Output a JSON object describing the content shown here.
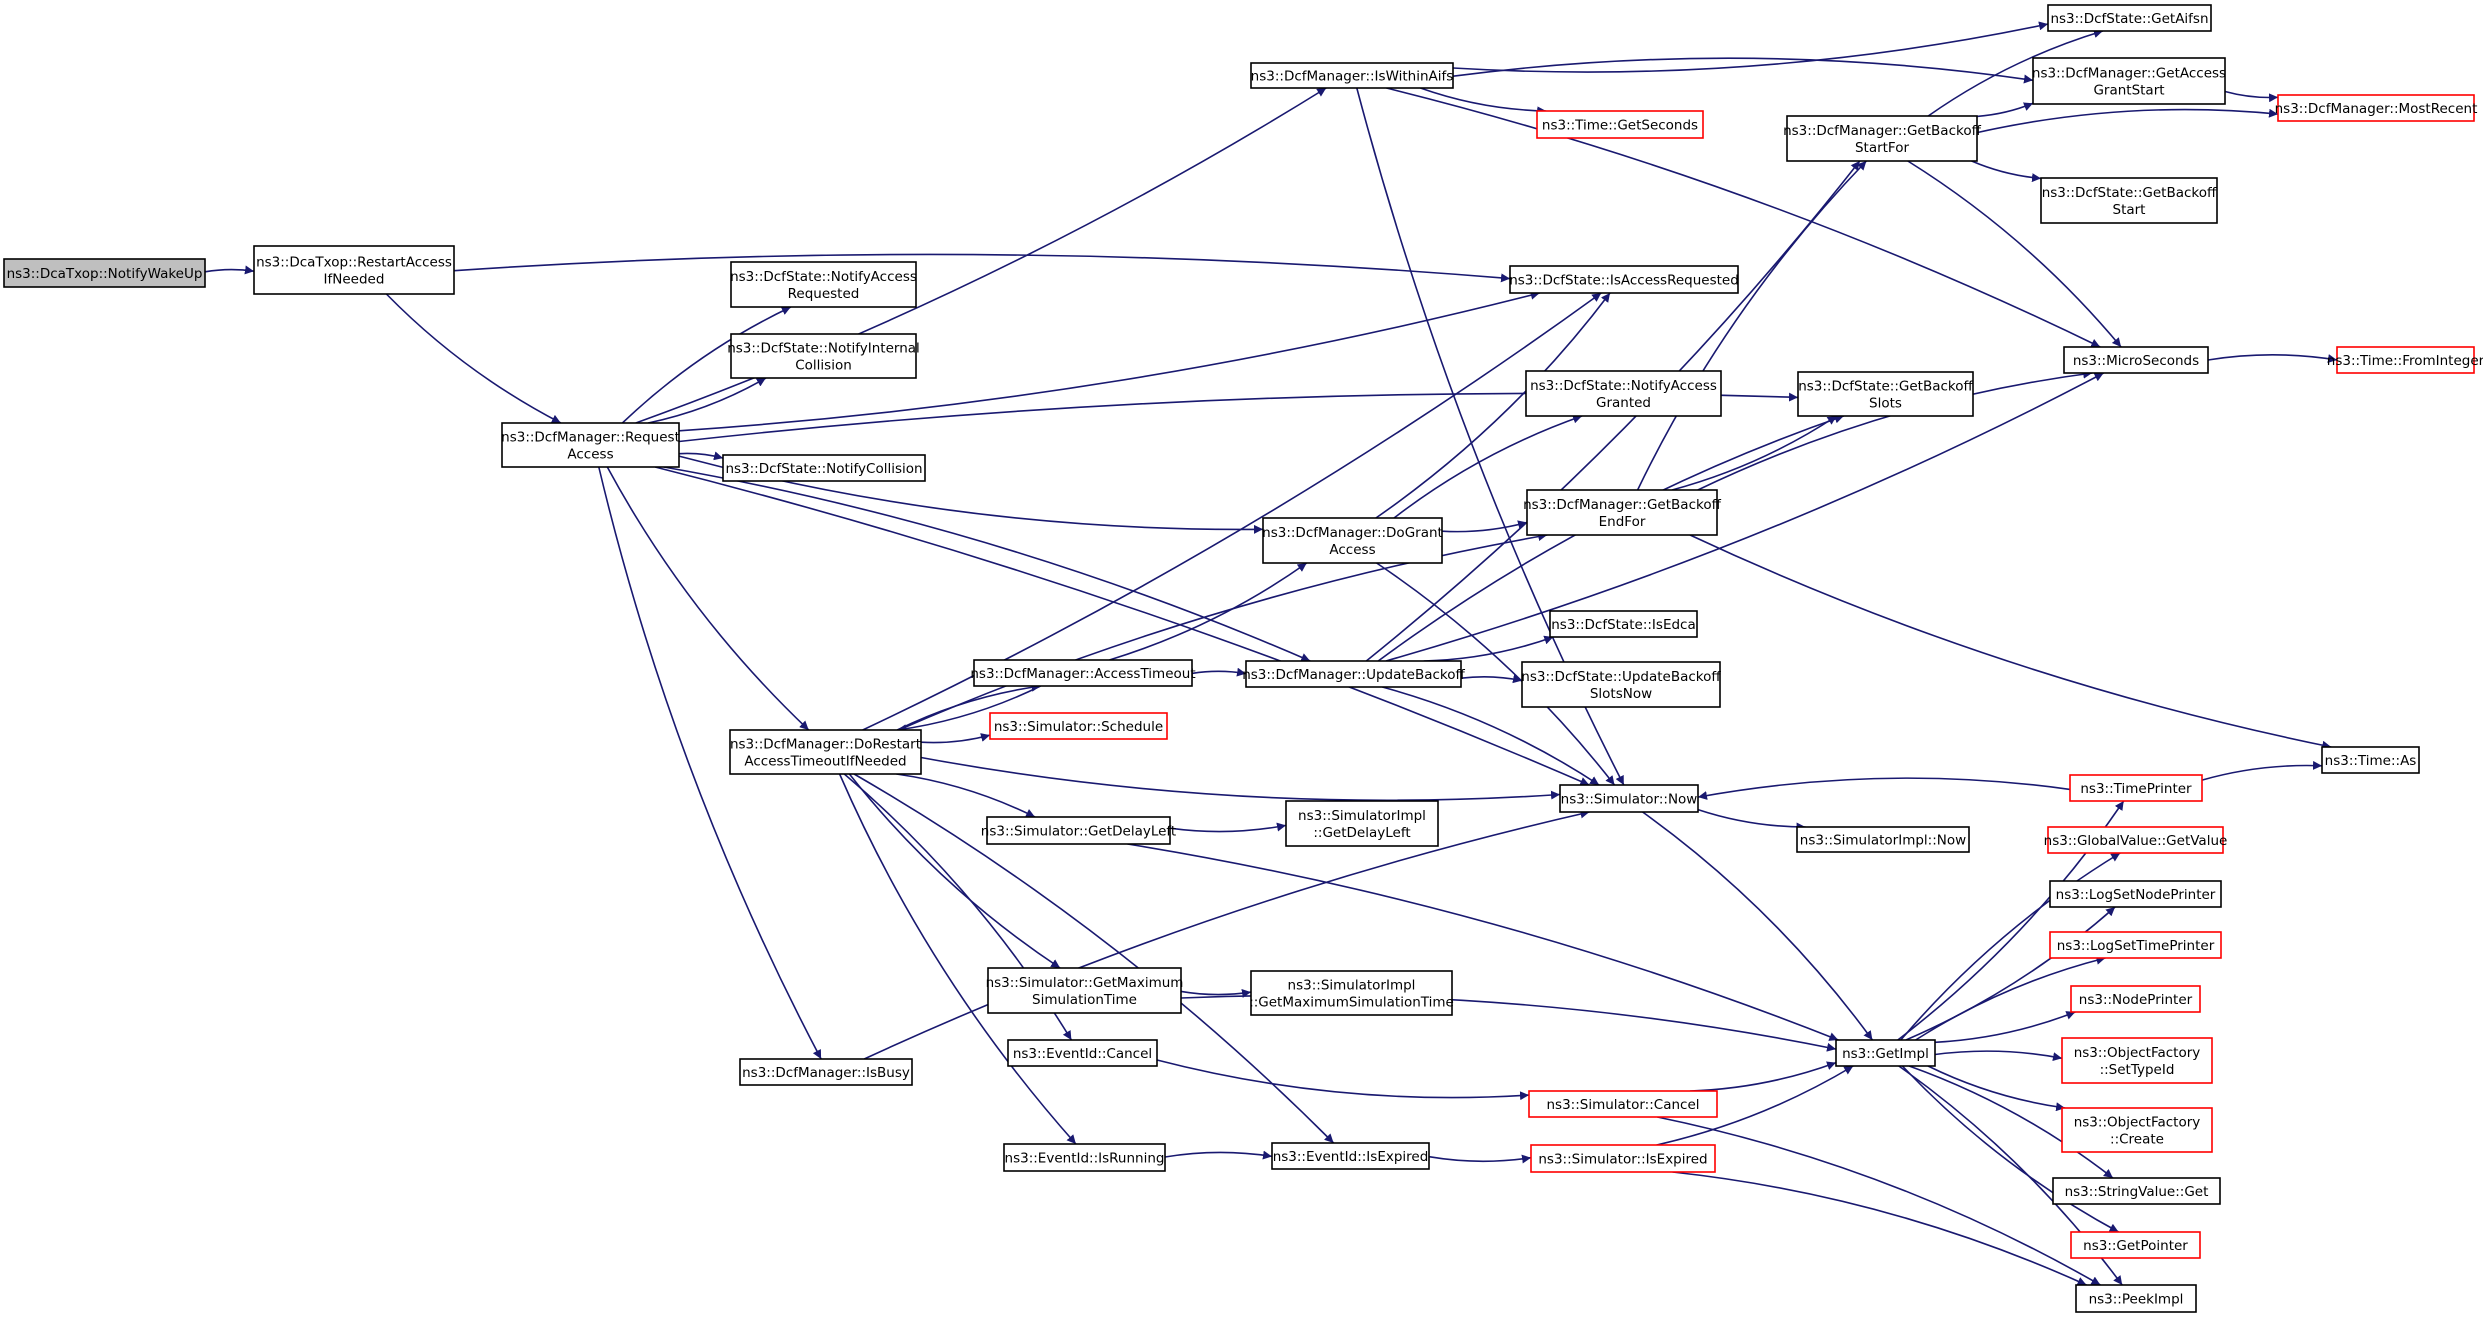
{
  "nodes": [
    {
      "id": "notifywakeup",
      "lines": [
        "ns3::DcaTxop::NotifyWakeUp"
      ],
      "style": "root"
    },
    {
      "id": "restartaccess",
      "lines": [
        "ns3::DcaTxop::RestartAccess",
        "IfNeeded"
      ],
      "style": "normal"
    },
    {
      "id": "requestaccess",
      "lines": [
        "ns3::DcfManager::Request",
        "Access"
      ],
      "style": "normal"
    },
    {
      "id": "iswithinaifs",
      "lines": [
        "ns3::DcfManager::IsWithinAifs"
      ],
      "style": "normal"
    },
    {
      "id": "notifyaccessreq",
      "lines": [
        "ns3::DcfState::NotifyAccess",
        "Requested"
      ],
      "style": "normal"
    },
    {
      "id": "notifyinternal",
      "lines": [
        "ns3::DcfState::NotifyInternal",
        "Collision"
      ],
      "style": "normal"
    },
    {
      "id": "notifycollision",
      "lines": [
        "ns3::DcfState::NotifyCollision"
      ],
      "style": "normal"
    },
    {
      "id": "dorestart",
      "lines": [
        "ns3::DcfManager::DoRestart",
        "AccessTimeoutIfNeeded"
      ],
      "style": "normal"
    },
    {
      "id": "isbusy",
      "lines": [
        "ns3::DcfManager::IsBusy"
      ],
      "style": "normal"
    },
    {
      "id": "accesstimeout",
      "lines": [
        "ns3::DcfManager::AccessTimeout"
      ],
      "style": "normal"
    },
    {
      "id": "schedule",
      "lines": [
        "ns3::Simulator::Schedule"
      ],
      "style": "truncated"
    },
    {
      "id": "getdelayleft",
      "lines": [
        "ns3::Simulator::GetDelayLeft"
      ],
      "style": "normal"
    },
    {
      "id": "getmaxsim",
      "lines": [
        "ns3::Simulator::GetMaximum",
        "SimulationTime"
      ],
      "style": "normal"
    },
    {
      "id": "eventcancel",
      "lines": [
        "ns3::EventId::Cancel"
      ],
      "style": "normal"
    },
    {
      "id": "isrunning",
      "lines": [
        "ns3::EventId::IsRunning"
      ],
      "style": "normal"
    },
    {
      "id": "dogrant",
      "lines": [
        "ns3::DcfManager::DoGrant",
        "Access"
      ],
      "style": "normal"
    },
    {
      "id": "updatebackoff",
      "lines": [
        "ns3::DcfManager::UpdateBackoff"
      ],
      "style": "normal"
    },
    {
      "id": "implgetdelayleft",
      "lines": [
        "ns3::SimulatorImpl",
        "::GetDelayLeft"
      ],
      "style": "normal"
    },
    {
      "id": "implgetmaxsim",
      "lines": [
        "ns3::SimulatorImpl",
        "::GetMaximumSimulationTime"
      ],
      "style": "normal"
    },
    {
      "id": "isexpired",
      "lines": [
        "ns3::EventId::IsExpired"
      ],
      "style": "normal"
    },
    {
      "id": "timegetseconds",
      "lines": [
        "ns3::Time::GetSeconds"
      ],
      "style": "truncated"
    },
    {
      "id": "isaccessreq",
      "lines": [
        "ns3::DcfState::IsAccessRequested"
      ],
      "style": "normal"
    },
    {
      "id": "notifyaccessgranted",
      "lines": [
        "ns3::DcfState::NotifyAccess",
        "Granted"
      ],
      "style": "normal"
    },
    {
      "id": "getbackoffendfor",
      "lines": [
        "ns3::DcfManager::GetBackoff",
        "EndFor"
      ],
      "style": "normal"
    },
    {
      "id": "isedca",
      "lines": [
        "ns3::DcfState::IsEdca"
      ],
      "style": "normal"
    },
    {
      "id": "updatebackoffslots",
      "lines": [
        "ns3::DcfState::UpdateBackoff",
        "SlotsNow"
      ],
      "style": "normal"
    },
    {
      "id": "simnow",
      "lines": [
        "ns3::Simulator::Now"
      ],
      "style": "normal"
    },
    {
      "id": "simcancel",
      "lines": [
        "ns3::Simulator::Cancel"
      ],
      "style": "truncated"
    },
    {
      "id": "simisexpired",
      "lines": [
        "ns3::Simulator::IsExpired"
      ],
      "style": "truncated"
    },
    {
      "id": "getbackoffstartfor",
      "lines": [
        "ns3::DcfManager::GetBackoff",
        "StartFor"
      ],
      "style": "normal"
    },
    {
      "id": "getbackoffslots",
      "lines": [
        "ns3::DcfState::GetBackoff",
        "Slots"
      ],
      "style": "normal"
    },
    {
      "id": "implnow",
      "lines": [
        "ns3::SimulatorImpl::Now"
      ],
      "style": "normal"
    },
    {
      "id": "getimpl",
      "lines": [
        "ns3::GetImpl"
      ],
      "style": "normal"
    },
    {
      "id": "getaifsn",
      "lines": [
        "ns3::DcfState::GetAifsn"
      ],
      "style": "normal"
    },
    {
      "id": "getaccessgrantstart",
      "lines": [
        "ns3::DcfManager::GetAccess",
        "GrantStart"
      ],
      "style": "normal"
    },
    {
      "id": "getbackoffstart",
      "lines": [
        "ns3::DcfState::GetBackoff",
        "Start"
      ],
      "style": "normal"
    },
    {
      "id": "microseconds",
      "lines": [
        "ns3::MicroSeconds"
      ],
      "style": "normal"
    },
    {
      "id": "timeprinter",
      "lines": [
        "ns3::TimePrinter"
      ],
      "style": "truncated"
    },
    {
      "id": "globalvalue",
      "lines": [
        "ns3::GlobalValue::GetValue"
      ],
      "style": "truncated"
    },
    {
      "id": "lognodeprinter",
      "lines": [
        "ns3::LogSetNodePrinter"
      ],
      "style": "normal"
    },
    {
      "id": "logtimeprinter",
      "lines": [
        "ns3::LogSetTimePrinter"
      ],
      "style": "truncated"
    },
    {
      "id": "nodeprinter",
      "lines": [
        "ns3::NodePrinter"
      ],
      "style": "truncated"
    },
    {
      "id": "objsettypeid",
      "lines": [
        "ns3::ObjectFactory",
        "::SetTypeId"
      ],
      "style": "truncated"
    },
    {
      "id": "objcreate",
      "lines": [
        "ns3::ObjectFactory",
        "::Create"
      ],
      "style": "truncated"
    },
    {
      "id": "stringvalueget",
      "lines": [
        "ns3::StringValue::Get"
      ],
      "style": "normal"
    },
    {
      "id": "getpointer",
      "lines": [
        "ns3::GetPointer"
      ],
      "style": "truncated"
    },
    {
      "id": "peekimpl",
      "lines": [
        "ns3::PeekImpl"
      ],
      "style": "normal"
    },
    {
      "id": "mostrecent",
      "lines": [
        "ns3::DcfManager::MostRecent"
      ],
      "style": "truncated"
    },
    {
      "id": "fromint",
      "lines": [
        "ns3::Time::FromInteger"
      ],
      "style": "truncated"
    },
    {
      "id": "timeas",
      "lines": [
        "ns3::Time::As"
      ],
      "style": "normal"
    }
  ],
  "edges": [
    [
      "notifywakeup",
      "restartaccess"
    ],
    [
      "restartaccess",
      "requestaccess"
    ],
    [
      "restartaccess",
      "isaccessreq"
    ],
    [
      "requestaccess",
      "iswithinaifs"
    ],
    [
      "requestaccess",
      "notifyaccessreq"
    ],
    [
      "requestaccess",
      "notifyinternal"
    ],
    [
      "requestaccess",
      "notifycollision"
    ],
    [
      "requestaccess",
      "isaccessreq"
    ],
    [
      "requestaccess",
      "getbackoffslots"
    ],
    [
      "requestaccess",
      "dogrant"
    ],
    [
      "requestaccess",
      "updatebackoff"
    ],
    [
      "requestaccess",
      "dorestart"
    ],
    [
      "requestaccess",
      "simnow"
    ],
    [
      "requestaccess",
      "isbusy"
    ],
    [
      "dorestart",
      "accesstimeout"
    ],
    [
      "dorestart",
      "schedule"
    ],
    [
      "dorestart",
      "getdelayleft"
    ],
    [
      "dorestart",
      "getmaxsim"
    ],
    [
      "dorestart",
      "eventcancel"
    ],
    [
      "dorestart",
      "isrunning"
    ],
    [
      "dorestart",
      "isexpired"
    ],
    [
      "dorestart",
      "simnow"
    ],
    [
      "dorestart",
      "getbackoffendfor"
    ],
    [
      "dorestart",
      "isaccessreq"
    ],
    [
      "accesstimeout",
      "dorestart"
    ],
    [
      "accesstimeout",
      "dogrant"
    ],
    [
      "accesstimeout",
      "updatebackoff"
    ],
    [
      "dogrant",
      "isaccessreq"
    ],
    [
      "dogrant",
      "notifyaccessgranted"
    ],
    [
      "dogrant",
      "getbackoffendfor"
    ],
    [
      "dogrant",
      "simnow"
    ],
    [
      "updatebackoff",
      "isedca"
    ],
    [
      "updatebackoff",
      "updatebackoffslots"
    ],
    [
      "updatebackoff",
      "getbackoffstartfor"
    ],
    [
      "updatebackoff",
      "getbackoffslots"
    ],
    [
      "updatebackoff",
      "microseconds"
    ],
    [
      "updatebackoff",
      "simnow"
    ],
    [
      "iswithinaifs",
      "getaifsn"
    ],
    [
      "iswithinaifs",
      "getaccessgrantstart"
    ],
    [
      "iswithinaifs",
      "timegetseconds"
    ],
    [
      "iswithinaifs",
      "microseconds"
    ],
    [
      "iswithinaifs",
      "simnow"
    ],
    [
      "getbackoffendfor",
      "getbackoffstartfor"
    ],
    [
      "getbackoffendfor",
      "getbackoffslots"
    ],
    [
      "getbackoffendfor",
      "microseconds"
    ],
    [
      "getbackoffendfor",
      "timeas"
    ],
    [
      "getbackoffstartfor",
      "getaifsn"
    ],
    [
      "getbackoffstartfor",
      "getaccessgrantstart"
    ],
    [
      "getbackoffstartfor",
      "mostrecent"
    ],
    [
      "getbackoffstartfor",
      "getbackoffstart"
    ],
    [
      "getbackoffstartfor",
      "microseconds"
    ],
    [
      "getaccessgrantstart",
      "mostrecent"
    ],
    [
      "microseconds",
      "fromint"
    ],
    [
      "getdelayleft",
      "implgetdelayleft"
    ],
    [
      "getdelayleft",
      "getimpl"
    ],
    [
      "getmaxsim",
      "implgetmaxsim"
    ],
    [
      "getmaxsim",
      "getimpl"
    ],
    [
      "eventcancel",
      "simcancel"
    ],
    [
      "isrunning",
      "isexpired"
    ],
    [
      "isexpired",
      "simisexpired"
    ],
    [
      "isbusy",
      "simnow"
    ],
    [
      "simnow",
      "implnow"
    ],
    [
      "simnow",
      "getimpl"
    ],
    [
      "timeprinter",
      "simnow"
    ],
    [
      "timeprinter",
      "timeas"
    ],
    [
      "simcancel",
      "getimpl"
    ],
    [
      "simcancel",
      "peekimpl"
    ],
    [
      "simisexpired",
      "getimpl"
    ],
    [
      "simisexpired",
      "peekimpl"
    ],
    [
      "getimpl",
      "timeprinter"
    ],
    [
      "getimpl",
      "globalvalue"
    ],
    [
      "getimpl",
      "lognodeprinter"
    ],
    [
      "getimpl",
      "logtimeprinter"
    ],
    [
      "getimpl",
      "nodeprinter"
    ],
    [
      "getimpl",
      "objsettypeid"
    ],
    [
      "getimpl",
      "objcreate"
    ],
    [
      "getimpl",
      "stringvalueget"
    ],
    [
      "getimpl",
      "getpointer"
    ],
    [
      "getimpl",
      "peekimpl"
    ]
  ]
}
